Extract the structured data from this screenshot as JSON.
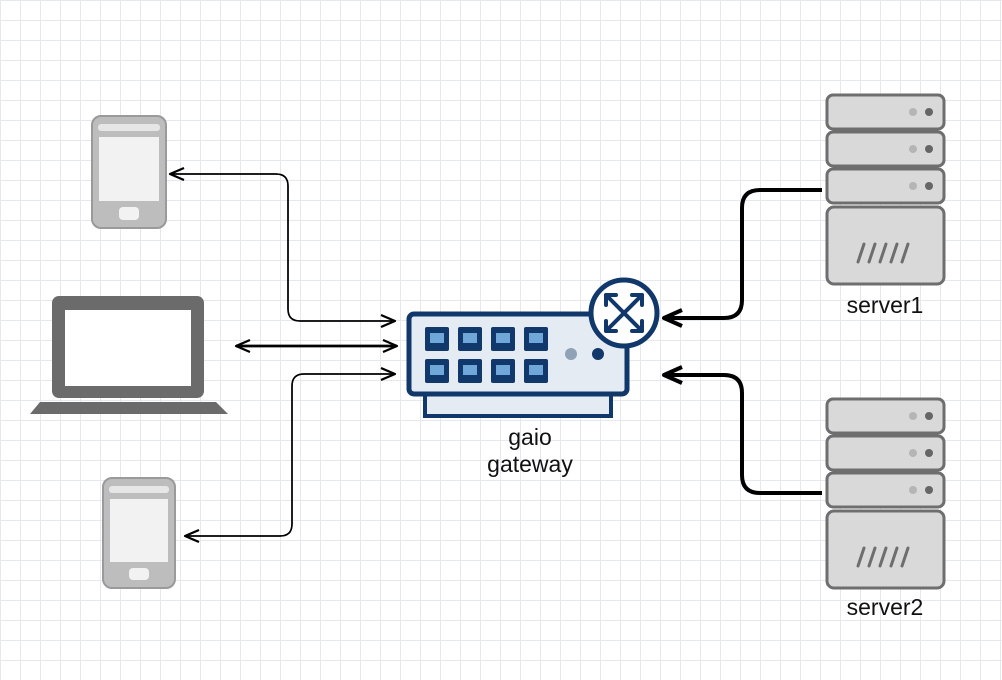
{
  "gateway": {
    "label_line1": "gaio",
    "label_line2": "gateway"
  },
  "servers": [
    {
      "label": "server1"
    },
    {
      "label": "server2"
    }
  ],
  "clients": [
    {
      "kind": "phone",
      "icon": "smartphone-icon"
    },
    {
      "kind": "laptop",
      "icon": "laptop-icon"
    },
    {
      "kind": "phone",
      "icon": "smartphone-icon"
    }
  ],
  "colors": {
    "gateway_navy": "#10386b",
    "gateway_fill": "#e4ebf3",
    "device_gray": "#6b6b6b",
    "server_fill": "#d9d9d9",
    "server_border": "#6e6e6e",
    "connector": "#000000"
  }
}
